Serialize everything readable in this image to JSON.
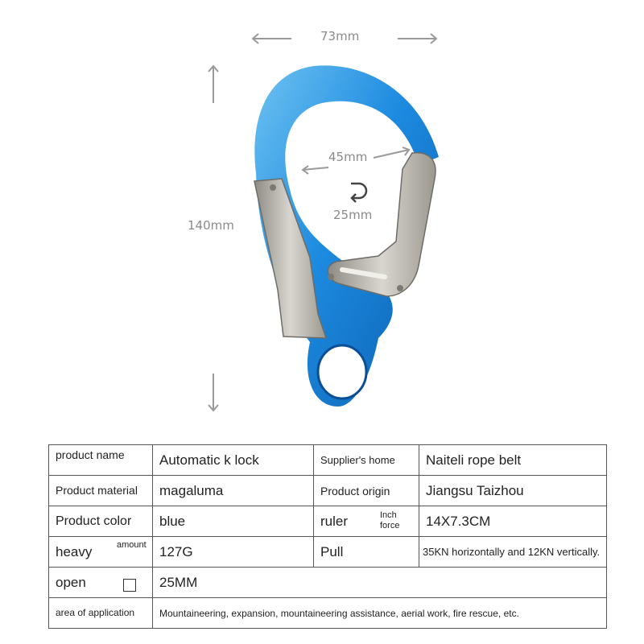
{
  "dimensions": {
    "width": "73mm",
    "height": "140mm",
    "inner_width": "45mm",
    "gate_opening": "25mm"
  },
  "table": {
    "r1": {
      "label1": "product name",
      "value1": "Automatic k lock",
      "label2": "Supplier's home",
      "value2": "Naiteli rope belt"
    },
    "r2": {
      "label1": "Product material",
      "value1": "magaluma",
      "label2": "Product origin",
      "value2": "Jiangsu Taizhou"
    },
    "r3": {
      "label1": "Product color",
      "value1": "blue",
      "label2": "ruler",
      "label2_sub": "Inch force",
      "value2": "14X7.3CM"
    },
    "r4": {
      "label1": "heavy",
      "label1_sub": "amount",
      "value1": "127G",
      "label2": "Pull",
      "value2": "35KN horizontally and 12KN vertically."
    },
    "r5": {
      "label1": "open",
      "value1": "25MM"
    },
    "r6": {
      "label1": "area of application",
      "value1": "Mountaineering, expansion, mountaineering assistance, aerial work, fire rescue, etc."
    }
  }
}
